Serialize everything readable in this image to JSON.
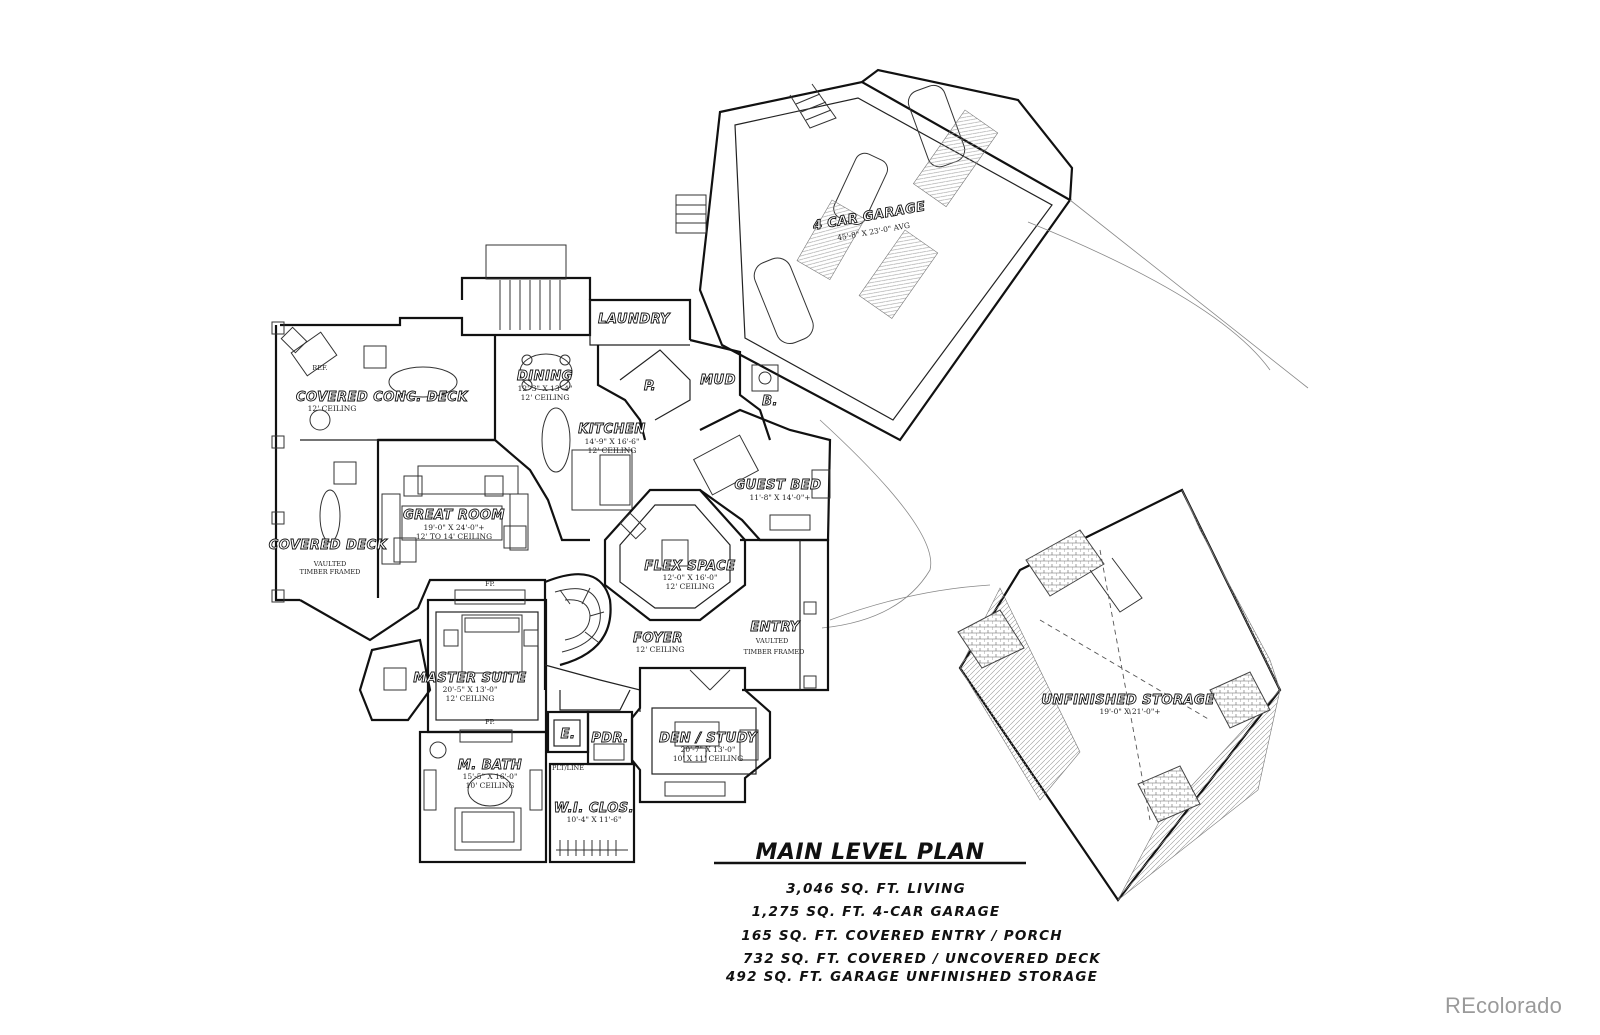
{
  "rooms": {
    "garage": {
      "name": "4 CAR GARAGE",
      "dim": "45'-8\" X 23'-0\" AVG"
    },
    "laundry": {
      "name": "LAUNDRY"
    },
    "dining": {
      "name": "DINING",
      "dim": "12'-3\" X 13'-4\"",
      "ceiling": "12' CEILING"
    },
    "covered_deck_top": {
      "name": "COVERED CONC. DECK",
      "ceiling": "12' CEILING"
    },
    "kitchen": {
      "name": "KITCHEN",
      "dim": "14'-9\" X 16'-6\"",
      "ceiling": "12' CEILING"
    },
    "pantry": {
      "name": "P."
    },
    "mud": {
      "name": "MUD"
    },
    "bath_b": {
      "name": "B."
    },
    "guest_bed": {
      "name": "GUEST BED",
      "dim": "11'-8\" X 14'-0\"+"
    },
    "great_room": {
      "name": "GREAT ROOM",
      "dim": "19'-0\" X 24'-0\"+",
      "ceiling": "12' TO 14' CEILING"
    },
    "covered_deck_side": {
      "name": "COVERED DECK",
      "note1": "VAULTED",
      "note2": "TIMBER FRAMED"
    },
    "flex_space": {
      "name": "FLEX SPACE",
      "dim": "12'-0\" X 16'-0\"",
      "ceiling": "12' CEILING"
    },
    "foyer": {
      "name": "FOYER",
      "ceiling": "12' CEILING"
    },
    "entry": {
      "name": "ENTRY",
      "note1": "VAULTED",
      "note2": "TIMBER FRAMED"
    },
    "master_suite": {
      "name": "MASTER SUITE",
      "dim": "20'-5\" X 13'-0\"",
      "ceiling": "12' CEILING"
    },
    "elevator": {
      "name": "E."
    },
    "powder": {
      "name": "PDR."
    },
    "den": {
      "name": "DEN / STUDY",
      "dim": "20'-7\" X 13'-0\"",
      "ceiling": "10' X 11' CEILING"
    },
    "master_bath": {
      "name": "M. BATH",
      "dim": "15'-5\" X 16'-0\"",
      "ceiling": "10' CEILING"
    },
    "closet": {
      "name": "W.I. CLOS.",
      "dim": "10'-4\" X 11'-6\""
    },
    "storage": {
      "name": "UNFINISHED STORAGE",
      "dim": "19'-0\" X 21'-0\"+"
    }
  },
  "tags": {
    "refrigerator": "REF.",
    "fireplace": "FP.",
    "shelving": "PLT/LINE"
  },
  "legend": {
    "title": "MAIN LEVEL PLAN",
    "lines": [
      "3,046 SQ. FT. LIVING",
      "1,275 SQ. FT. 4-CAR GARAGE",
      "165 SQ. FT. COVERED ENTRY / PORCH",
      "732 SQ. FT. COVERED / UNCOVERED DECK",
      "492 SQ. FT. GARAGE UNFINISHED STORAGE"
    ]
  },
  "watermark": "REcolorado"
}
